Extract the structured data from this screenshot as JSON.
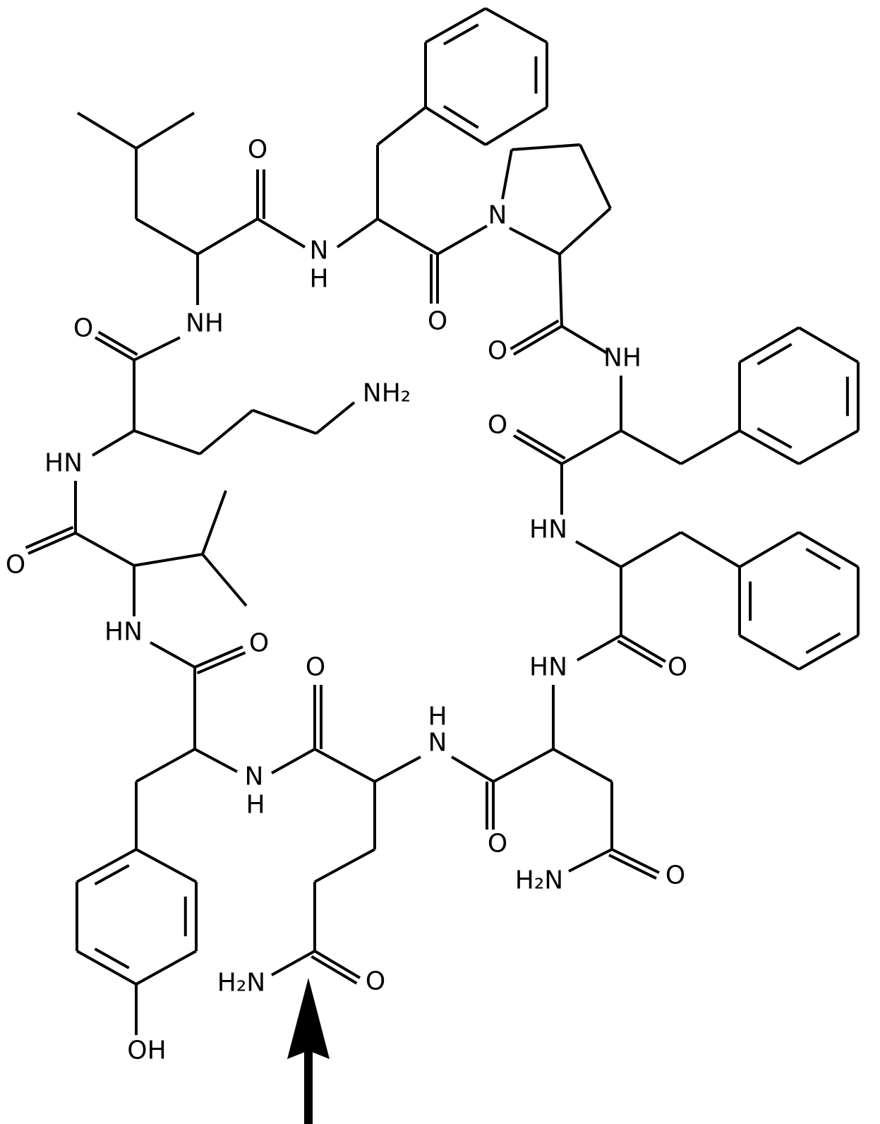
{
  "colors": {
    "stroke": "#000000",
    "background": "#ffffff"
  },
  "atom_labels": [
    "O",
    "N",
    "H",
    "O",
    "N",
    "O",
    "NH",
    "O",
    "HN",
    "O",
    "HN",
    "NH₂",
    "NH",
    "O",
    "HN",
    "O",
    "HN",
    "O",
    "O",
    "N",
    "H",
    "H",
    "N",
    "O",
    "H₂N",
    "O",
    "H₂N",
    "O",
    "OH"
  ],
  "annotation": {
    "icon": "arrow-up-icon"
  }
}
